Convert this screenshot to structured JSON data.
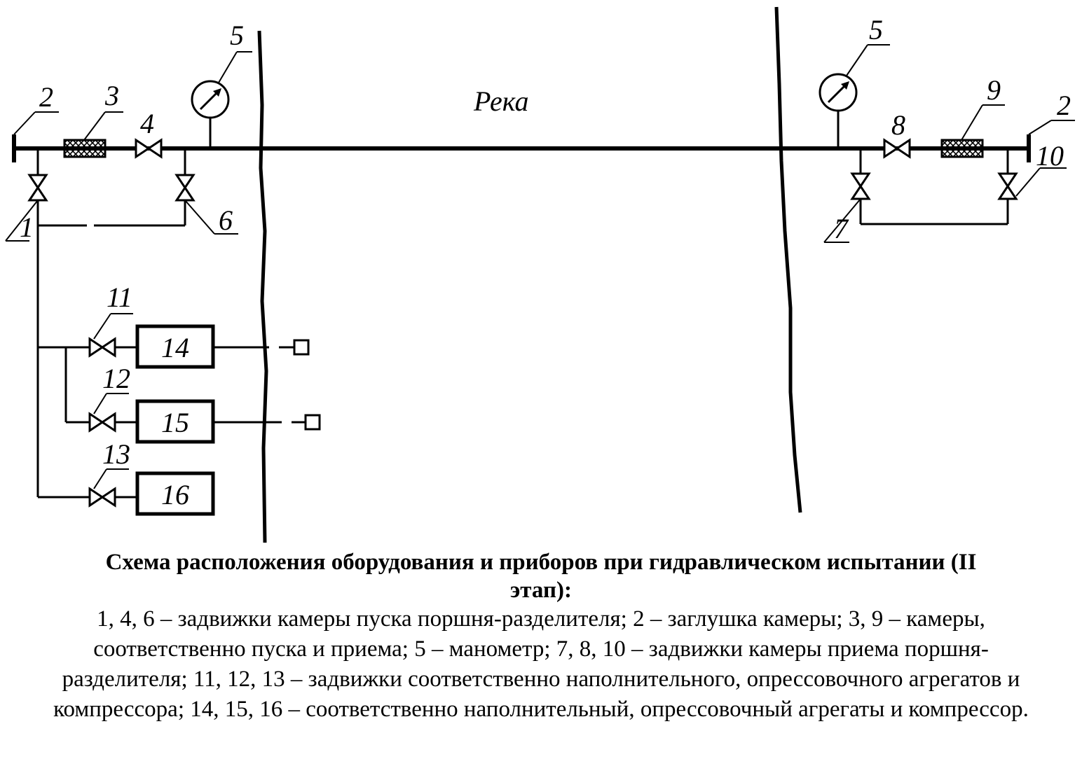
{
  "river_label": "Река",
  "labels": {
    "n1": "1",
    "n2a": "2",
    "n2b": "2",
    "n3": "3",
    "n4": "4",
    "n5a": "5",
    "n5b": "5",
    "n6": "6",
    "n7": "7",
    "n8": "8",
    "n9": "9",
    "n10": "10",
    "n11": "11",
    "n12": "12",
    "n13": "13"
  },
  "units": {
    "u14": "14",
    "u15": "15",
    "u16": "16"
  },
  "caption": {
    "title": "Схема расположения оборудования и приборов при гидравлическом испытании (II этап):",
    "legend": "1, 4, 6 – задвижки камеры пуска поршня-разделителя; 2 – заглушка камеры; 3, 9 – камеры, соответственно пуска и приема; 5 – манометр; 7, 8, 10 – задвижки камеры приема поршня-разделителя; 11, 12, 13 – задвижки соответственно наполнительного, опрессовочного агрегатов и компрессора; 14, 15, 16 – соответственно наполнительный, опрессовочный агрегаты и компрессор."
  },
  "colors": {
    "line": "#000000",
    "background": "#ffffff"
  }
}
